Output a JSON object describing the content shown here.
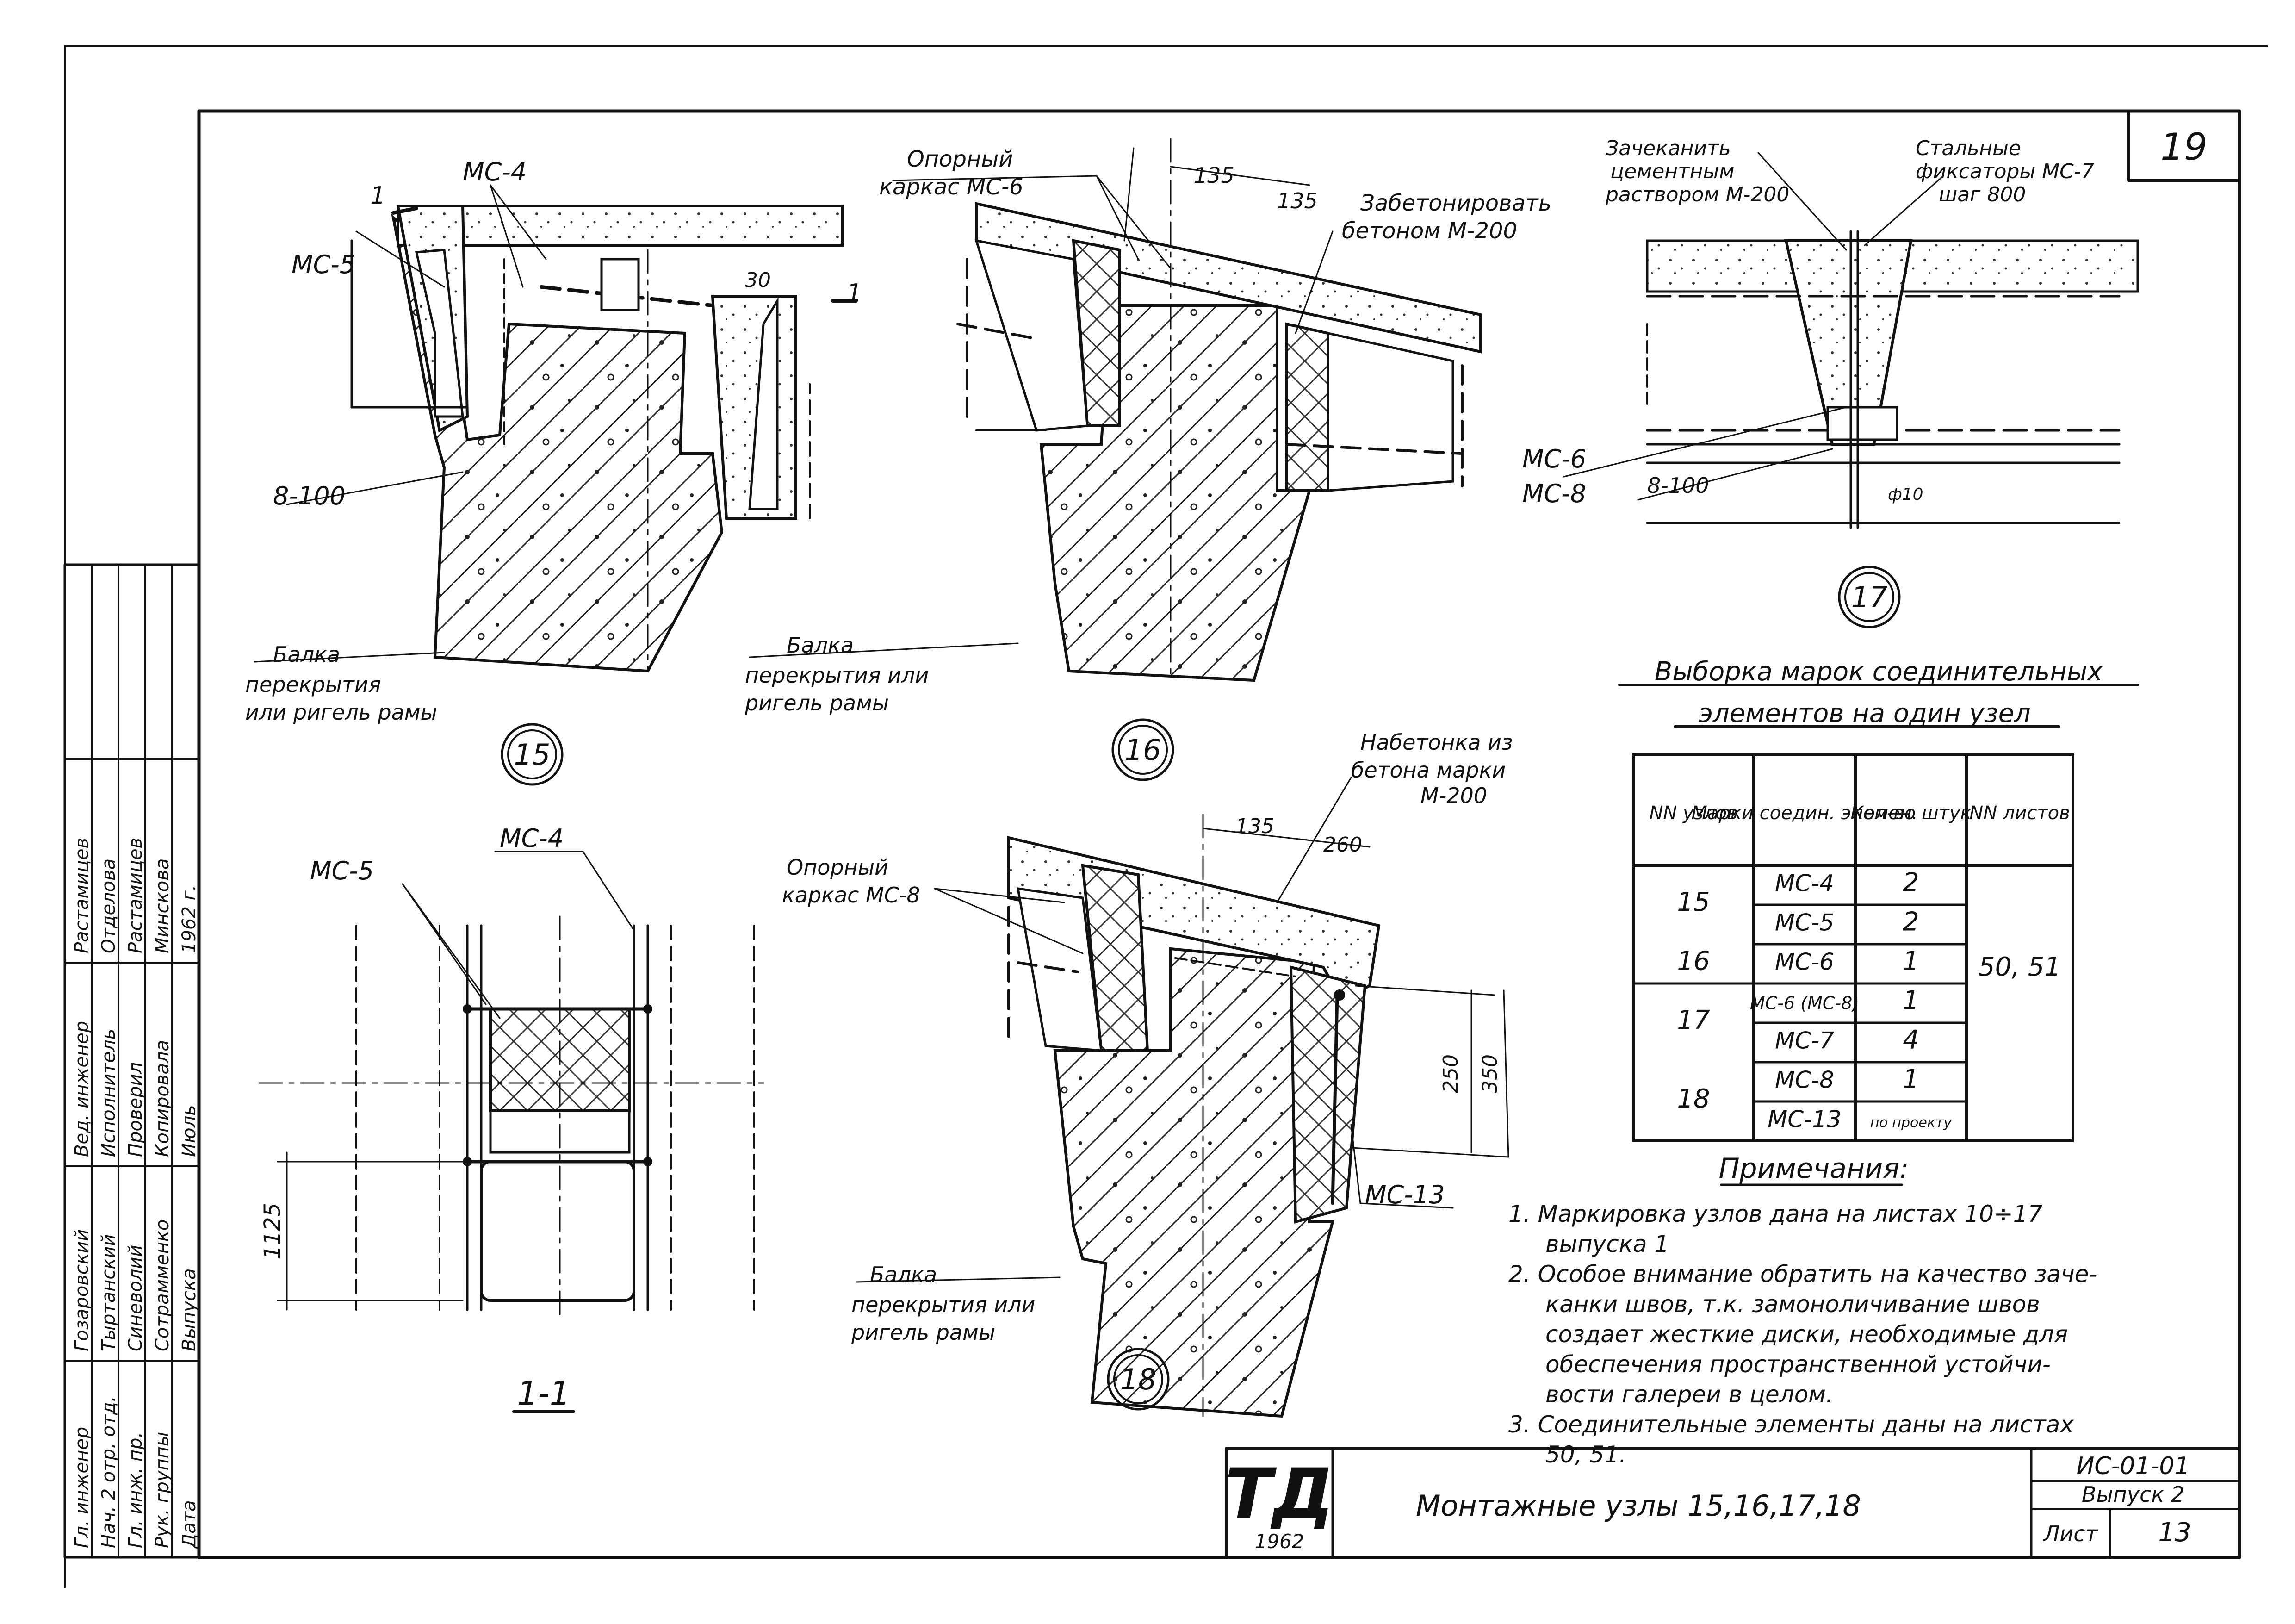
{
  "sheet": {
    "sheet_corner_number": "19",
    "title": "Монтажные узлы 15,16,17,18",
    "logo_text": "ТД",
    "logo_year": "1962",
    "code": "ИС-01-01",
    "issue": "Выпуск 2",
    "sheet_label": "Лист",
    "sheet_number": "13"
  },
  "title_block": {
    "rows": [
      [
        "Гл. инженер",
        "Гозаровский",
        "Вед. инженер",
        "Растамицев"
      ],
      [
        "Нач. 2 отр. отд.",
        "Тыртанский",
        "Исполнитель",
        "Отделова"
      ],
      [
        "Гл. инж. пр.",
        "Синеволий",
        "Проверил",
        "Растамицев"
      ],
      [
        "Рук. группы",
        "Сотрамменко",
        "Копировала",
        "Минскова"
      ],
      [
        "Дата",
        "Выпуска",
        "Июль",
        "1962 г."
      ]
    ]
  },
  "node15": {
    "number": "15",
    "lbl_mc4": "МС-4",
    "lbl_mc5": "МС-5",
    "lbl_cut_left": "1",
    "lbl_cut_right": "1",
    "lbl_mark_30": "30",
    "lbl_weld": "8-100",
    "beam_line1": "Балка",
    "beam_line2": "перекрытия",
    "beam_line3": "или ригель рамы"
  },
  "node16": {
    "number": "16",
    "support_line1": "Опорный",
    "support_line2": "каркас МС-6",
    "dim1": "135",
    "dim2": "135",
    "concrete_line1": "Забетонировать",
    "concrete_line2": "бетоном М-200",
    "beam_line1": "Балка",
    "beam_line2": "перекрытия или",
    "beam_line3": "ригель рамы"
  },
  "node17": {
    "number": "17",
    "caulk_line1": "Зачеканить",
    "caulk_line2": "цементным",
    "caulk_line3": "раствором М-200",
    "fix_line1": "Стальные",
    "fix_line2": "фиксаторы МС-7",
    "fix_line3": "шаг 800",
    "lbl_mc6": "МС-6",
    "lbl_mc8": "МС-8",
    "lbl_weld": "8-100",
    "lbl_rod": "ф10"
  },
  "node18": {
    "number": "18",
    "concrete_line1": "Набетонка из",
    "concrete_line2": "бетона марки",
    "concrete_line3": "М-200",
    "support_line1": "Опорный",
    "support_line2": "каркас МС-8",
    "dim_135": "135",
    "dim_260": "260",
    "dim_250": "250",
    "dim_350": "350",
    "lbl_mc13": "МС-13",
    "beam_line1": "Балка",
    "beam_line2": "перекрытия или",
    "beam_line3": "ригель рамы"
  },
  "section11": {
    "title": "1-1",
    "lbl_mc5": "МС-5",
    "lbl_mc4": "МС-4",
    "dim_1125": "1125"
  },
  "table": {
    "title_line1": "Выборка марок соединительных",
    "title_line2": "элементов на один узел",
    "headers": [
      "NN узлов",
      "Марки соедин. элемен.",
      "Кол-во штук",
      "NN листов"
    ],
    "rows": [
      {
        "node": "15",
        "mark": "МС-4",
        "qty": "2"
      },
      {
        "node": "",
        "mark": "МС-5",
        "qty": "2"
      },
      {
        "node": "16",
        "mark": "МС-6",
        "qty": "1"
      },
      {
        "node": "17",
        "mark": "МС-6 (МС-8)",
        "qty": "1"
      },
      {
        "node": "",
        "mark": "МС-7",
        "qty": "4"
      },
      {
        "node": "18",
        "mark": "МС-8",
        "qty": "1"
      },
      {
        "node": "",
        "mark": "МС-13",
        "qty": "по проекту"
      }
    ],
    "sheets": "50, 51"
  },
  "notes": {
    "title": "Примечания:",
    "lines": [
      "1. Маркировка узлов дана на листах 10÷17",
      "выпуска 1",
      "2. Особое внимание обратить на качество заче-",
      "канки швов, т.к. замоноличивание швов",
      "создает жесткие диски, необходимые для",
      "обеспечения пространственной устойчи-",
      "вости галереи в целом.",
      "3. Соединительные элементы даны на листах",
      "50, 51."
    ]
  }
}
